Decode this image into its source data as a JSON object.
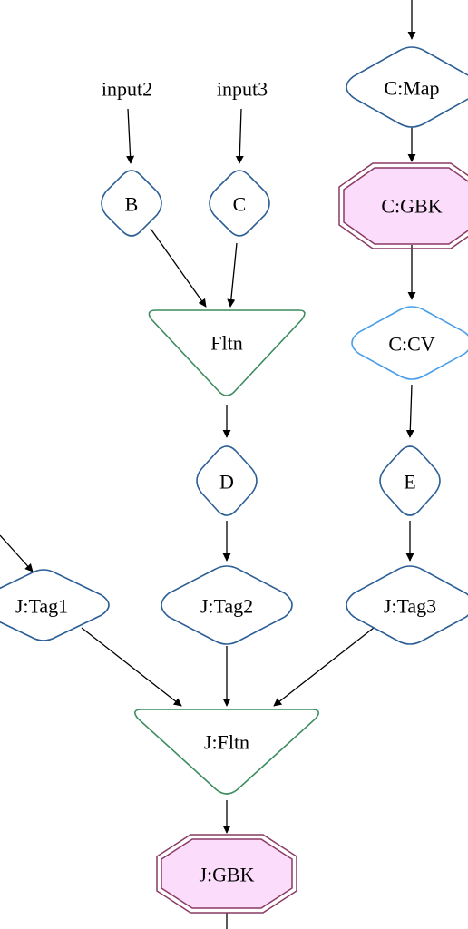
{
  "colors": {
    "op_stroke": "#2c5f96",
    "cv_stroke": "#4a9ee8",
    "flatten_stroke": "#3d8c5f",
    "gbk_stroke": "#8a3a64",
    "gbk_fill": "#fbdcfb",
    "edge": "#000000"
  },
  "nodes": {
    "input2": {
      "label": "input2",
      "shape": "plaintext"
    },
    "input3": {
      "label": "input3",
      "shape": "plaintext"
    },
    "b": {
      "label": "B",
      "shape": "diamond"
    },
    "c": {
      "label": "C",
      "shape": "diamond"
    },
    "fltn": {
      "label": "Fltn",
      "shape": "inverted-triangle"
    },
    "d": {
      "label": "D",
      "shape": "diamond"
    },
    "c_map": {
      "label": "C:Map",
      "shape": "diamond"
    },
    "c_gbk": {
      "label": "C:GBK",
      "shape": "double-octagon"
    },
    "c_cv": {
      "label": "C:CV",
      "shape": "diamond"
    },
    "e": {
      "label": "E",
      "shape": "diamond"
    },
    "j_tag1": {
      "label": "J:Tag1",
      "shape": "diamond"
    },
    "j_tag2": {
      "label": "J:Tag2",
      "shape": "diamond"
    },
    "j_tag3": {
      "label": "J:Tag3",
      "shape": "diamond"
    },
    "j_fltn": {
      "label": "J:Fltn",
      "shape": "inverted-triangle"
    },
    "j_gbk": {
      "label": "J:GBK",
      "shape": "double-octagon"
    }
  },
  "edges": [
    {
      "from": "input2",
      "to": "b"
    },
    {
      "from": "input3",
      "to": "c"
    },
    {
      "from": "b",
      "to": "fltn"
    },
    {
      "from": "c",
      "to": "fltn"
    },
    {
      "from": "fltn",
      "to": "d"
    },
    {
      "from": "d",
      "to": "j_tag2"
    },
    {
      "from": "c_map",
      "to": "c_gbk"
    },
    {
      "from": "c_gbk",
      "to": "c_cv"
    },
    {
      "from": "c_cv",
      "to": "e"
    },
    {
      "from": "e",
      "to": "j_tag3"
    },
    {
      "from": "j_tag1",
      "to": "j_fltn"
    },
    {
      "from": "j_tag2",
      "to": "j_fltn"
    },
    {
      "from": "j_tag3",
      "to": "j_fltn"
    },
    {
      "from": "j_fltn",
      "to": "j_gbk"
    }
  ]
}
